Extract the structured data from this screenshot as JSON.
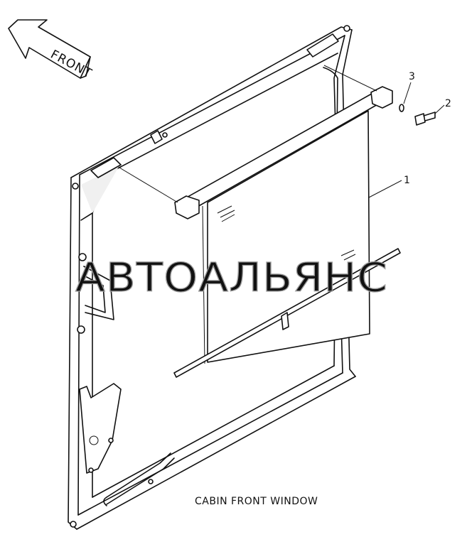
{
  "diagram": {
    "caption": "CABIN FRONT WINDOW",
    "direction_label": "FRONT",
    "watermark": "АВТОАЛЬЯНС",
    "callouts": [
      {
        "number": "1"
      },
      {
        "number": "2"
      },
      {
        "number": "3"
      }
    ]
  }
}
